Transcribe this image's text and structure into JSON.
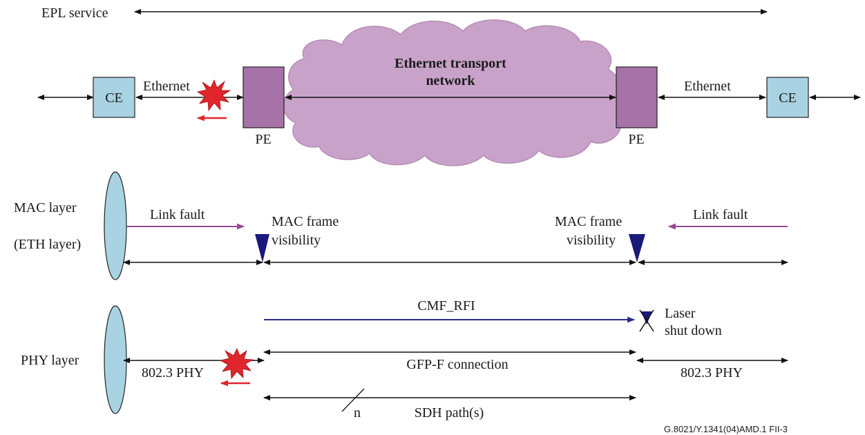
{
  "diagram": {
    "epl_service": "EPL service",
    "network_label_line1": "Ethernet transport",
    "network_label_line2": "network",
    "ce_left": "CE",
    "ce_right": "CE",
    "pe_left": "PE",
    "pe_right": "PE",
    "ethernet_left": "Ethernet",
    "ethernet_right": "Ethernet",
    "mac_layer": "MAC layer",
    "eth_layer": "(ETH  layer)",
    "link_fault_left": "Link fault",
    "link_fault_right": "Link fault",
    "mac_vis_left_1": "MAC frame",
    "mac_vis_left_2": "visibility",
    "mac_vis_right_1": "MAC frame",
    "mac_vis_right_2": "visibility",
    "cmf_rfi": "CMF_RFI",
    "laser_1": "Laser",
    "laser_2": "shut down",
    "phy_layer": "PHY layer",
    "phy_left": "802.3 PHY",
    "phy_right": "802.3 PHY",
    "gfp_f": "GFP-F  connection",
    "n_label": "n",
    "sdh_path": "SDH  path(s)",
    "figure_id": "G.8021/Y.1341(04)AMD.1  FII-3"
  },
  "colors": {
    "ce_fill": "#a9d3e2",
    "pe_fill": "#a772a8",
    "cloud_fill": "#c9a2c9",
    "fault_red": "#e0252c",
    "link_fault_arrow": "#96468f",
    "triangle": "#1a1a7a",
    "cmf_arrow": "#2a2a8a"
  }
}
